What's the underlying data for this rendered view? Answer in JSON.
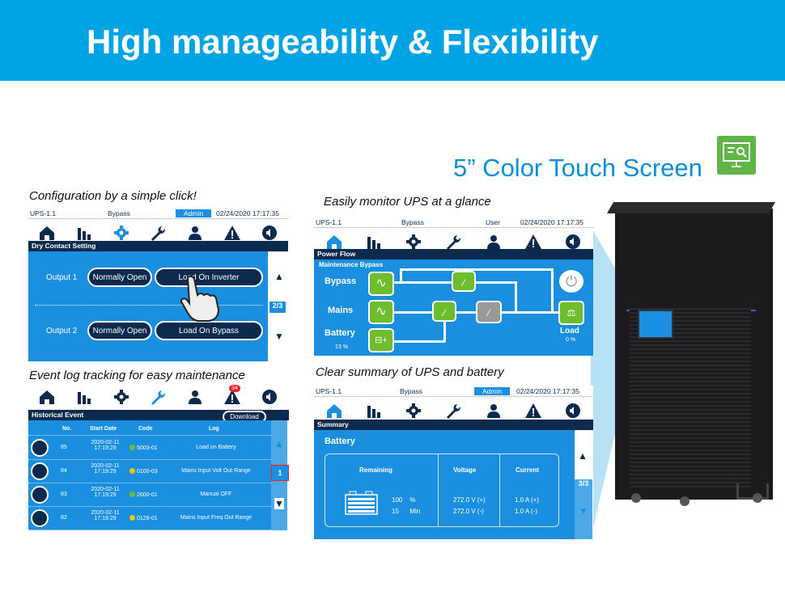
{
  "header": {
    "title": "High manageability & Flexibility"
  },
  "feature": {
    "title": "5” Color Touch Screen",
    "icon": "touch-screen-icon",
    "icon_color": "#5fb548"
  },
  "colors": {
    "banner": "#00a3e4",
    "screen_blue": "#1a8fe0",
    "navy": "#0b2a4e",
    "green": "#6dbd2e"
  },
  "nav_icons": [
    "home-icon",
    "chart-icon",
    "gear-icon",
    "wrench-icon",
    "user-icon",
    "alarm-icon",
    "sound-icon"
  ],
  "panel1": {
    "caption": "Configuration by a simple click!",
    "status": {
      "device": "UPS-1.1",
      "mode": "Bypass",
      "role": "Admin",
      "datetime": "02/24/2020  17:17:35"
    },
    "section": "Dry Contact Setting",
    "page": "2/3",
    "outputs": [
      {
        "label": "Output 1",
        "state": "Normally Open",
        "action": "Load On Inverter"
      },
      {
        "label": "Output 2",
        "state": "Normally Open",
        "action": "Load On Bypass"
      }
    ]
  },
  "panel2": {
    "caption": "Event log tracking for easy maintenance",
    "alarm_count": "34",
    "section": "Historical Event",
    "download": "Download",
    "page": "1",
    "columns": [
      "No.",
      "Start Date",
      "Code",
      "Log"
    ],
    "rows": [
      {
        "no": "85",
        "date": "2020-02-11",
        "time": "17:19:29",
        "code": "5003-01",
        "color": "#6dbd2e",
        "log": "Load on Battery"
      },
      {
        "no": "84",
        "date": "2020-02-11",
        "time": "17:19:29",
        "code": "0100-03",
        "color": "#f5c400",
        "log": "Mains Input Volt Out Range"
      },
      {
        "no": "83",
        "date": "2020-02-11",
        "time": "17:19:29",
        "code": "2600-01",
        "color": "#6dbd2e",
        "log": "Manual OFF"
      },
      {
        "no": "82",
        "date": "2020-02-11",
        "time": "17:19:29",
        "code": "0128-01",
        "color": "#f5c400",
        "log": "Mains Input Freq Out Range"
      }
    ]
  },
  "panel3": {
    "caption": "Easily monitor UPS at a glance",
    "status": {
      "device": "UPS-1.1",
      "mode": "Bypass",
      "role": "User",
      "datetime": "02/24/2020  17:17:35"
    },
    "section": "Power Flow",
    "mode_label": "Maintenance Bypass",
    "bypass": "Bypass",
    "mains": "Mains",
    "battery": "Battery",
    "battery_pct": "13 %",
    "load": "Load",
    "load_pct": "0 %"
  },
  "panel4": {
    "caption": "Clear summary of UPS and battery",
    "status": {
      "device": "UPS-1.1",
      "mode": "Bypass",
      "role": "Admin",
      "datetime": "02/24/2020  17:17:35"
    },
    "section": "Summary",
    "title": "Battery",
    "page": "3/3",
    "cols": [
      "Remaining",
      "Voltage",
      "Current"
    ],
    "remaining": [
      {
        "v": "100",
        "u": "%"
      },
      {
        "v": "15",
        "u": "Min"
      }
    ],
    "voltage": [
      "272.0 V (+)",
      "272.0 V (-)"
    ],
    "current": [
      "1.0 A (+)",
      "1.0 A (-)"
    ]
  }
}
